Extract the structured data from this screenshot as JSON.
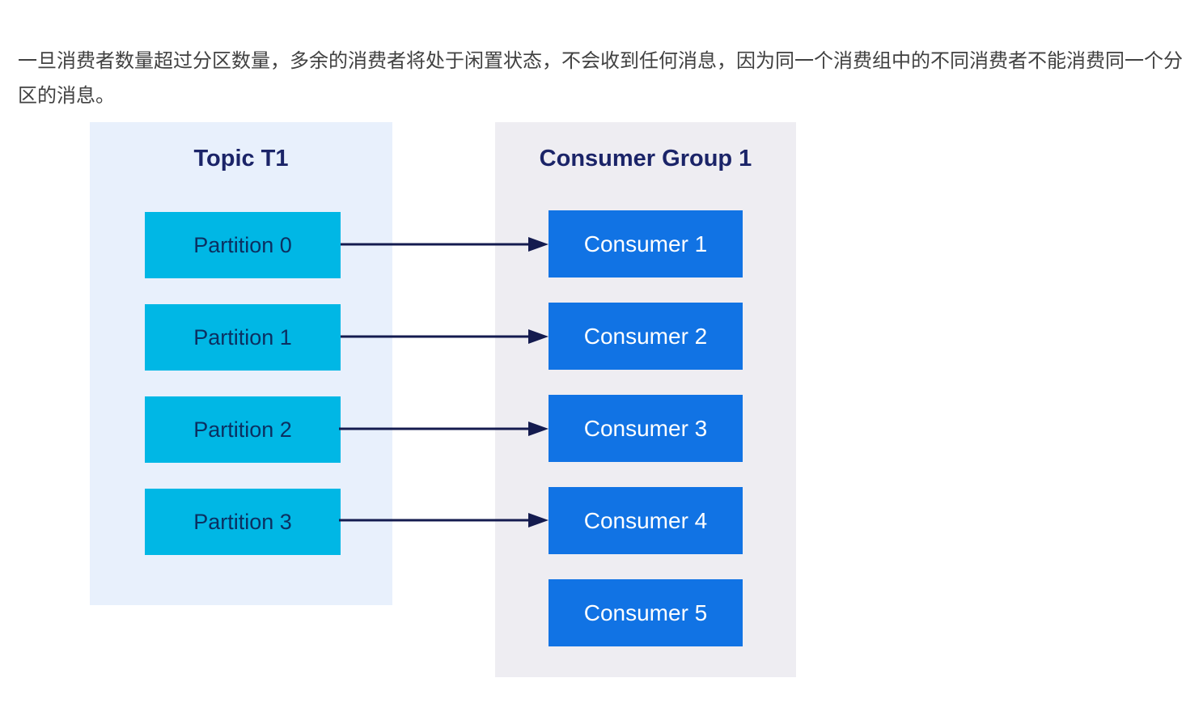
{
  "intro_text": "一旦消费者数量超过分区数量，多余的消费者将处于闲置状态，不会收到任何消息，因为同一个消费组中的不同消费者不能消费同一个分区的消息。",
  "diagram": {
    "topic": {
      "title": "Topic T1",
      "partitions": [
        "Partition 0",
        "Partition 1",
        "Partition 2",
        "Partition 3"
      ]
    },
    "consumer_group": {
      "title": "Consumer Group 1",
      "consumers": [
        "Consumer 1",
        "Consumer 2",
        "Consumer 3",
        "Consumer 4",
        "Consumer 5"
      ]
    },
    "connections": [
      {
        "from": "Partition 0",
        "to": "Consumer 1"
      },
      {
        "from": "Partition 1",
        "to": "Consumer 2"
      },
      {
        "from": "Partition 2",
        "to": "Consumer 3"
      },
      {
        "from": "Partition 3",
        "to": "Consumer 4"
      }
    ],
    "idle_consumers": [
      "Consumer 5"
    ],
    "colors": {
      "partition_fill": "#00b7e5",
      "partition_text": "#0b3061",
      "consumer_fill": "#1173e4",
      "consumer_text": "#ffffff",
      "topic_panel_bg": "#e8f0fc",
      "consumer_panel_bg": "#eeedf2",
      "panel_title": "#1b2468",
      "arrow": "#141b4f",
      "body_text": "#414141"
    }
  }
}
